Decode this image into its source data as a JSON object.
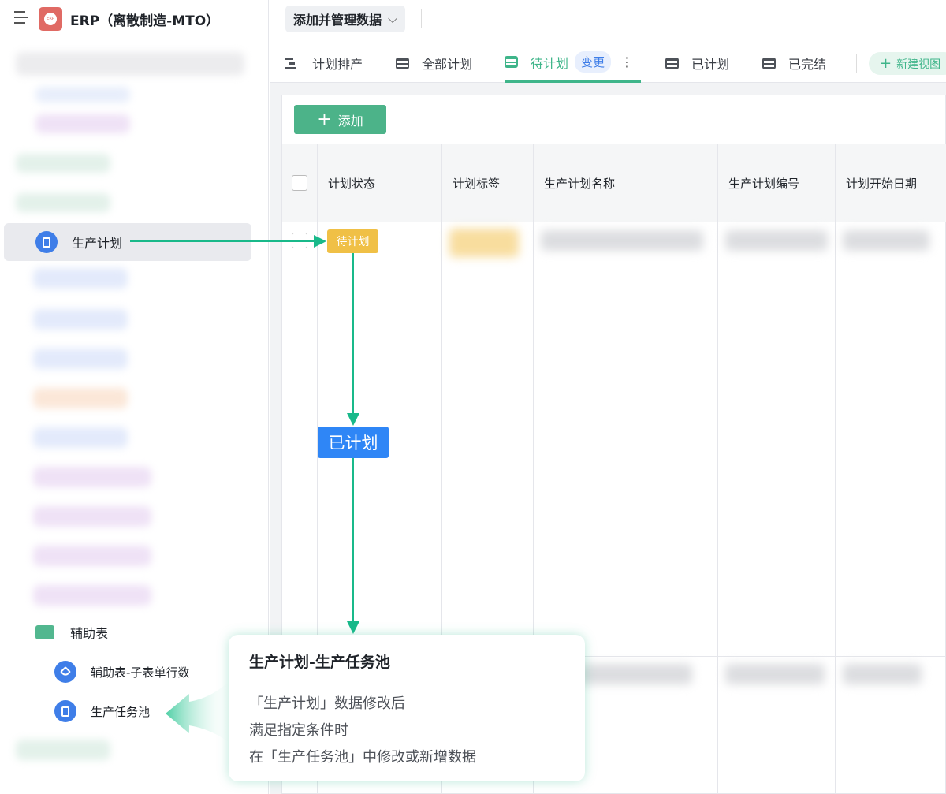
{
  "sidebar": {
    "app_title": "ERP（离散制造-MTO）",
    "logo_text": "ERP",
    "active_item": "生产计划",
    "folder": "辅助表",
    "sub_items": [
      "辅助表-子表单行数",
      "生产任务池"
    ]
  },
  "header": {
    "dropdown": "添加并管理数据"
  },
  "tabs": [
    {
      "label": "计划排产"
    },
    {
      "label": "全部计划"
    },
    {
      "label": "待计划",
      "badge": "变更"
    },
    {
      "label": "已计划"
    },
    {
      "label": "已完结"
    }
  ],
  "new_view": "新建视图",
  "add_button": "添加",
  "columns": [
    "计划状态",
    "计划标签",
    "生产计划名称",
    "生产计划编号",
    "计划开始日期"
  ],
  "rows": [
    {
      "status": "待计划"
    }
  ],
  "flow": {
    "target_status": "已计划"
  },
  "callout": {
    "title": "生产计划-生产任务池",
    "lines": [
      "「生产计划」数据修改后",
      "满足指定条件时",
      "在「生产任务池」中修改或新增数据"
    ]
  },
  "colors": {
    "accent": "#3fb58a",
    "status_pending": "#f0c046",
    "status_planned": "#2f86f6"
  }
}
